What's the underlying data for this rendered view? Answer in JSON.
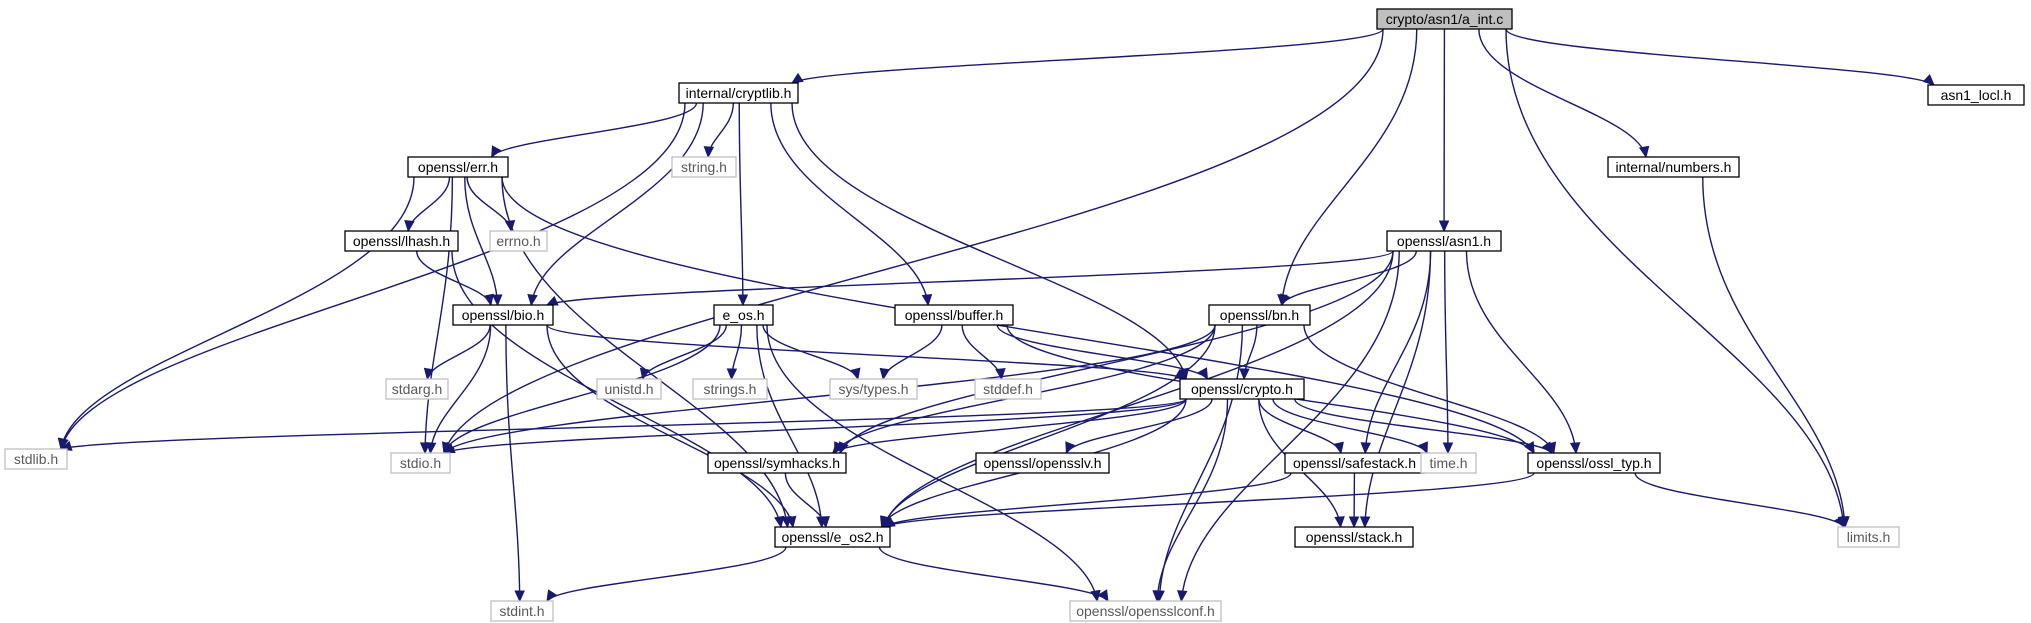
{
  "graph": {
    "type": "include-dependency-graph",
    "nodes": [
      {
        "id": "a_int",
        "label": "crypto/asn1/a_int.c",
        "style": "root"
      },
      {
        "id": "cryptlib",
        "label": "internal/cryptlib.h",
        "style": "documented"
      },
      {
        "id": "asn1_locl",
        "label": "asn1_locl.h",
        "style": "documented"
      },
      {
        "id": "stdlib",
        "label": "stdlib.h",
        "style": "external"
      },
      {
        "id": "err",
        "label": "openssl/err.h",
        "style": "documented"
      },
      {
        "id": "string",
        "label": "string.h",
        "style": "external"
      },
      {
        "id": "numbers",
        "label": "internal/numbers.h",
        "style": "documented"
      },
      {
        "id": "lhash",
        "label": "openssl/lhash.h",
        "style": "documented"
      },
      {
        "id": "errno",
        "label": "errno.h",
        "style": "external"
      },
      {
        "id": "asn1",
        "label": "openssl/asn1.h",
        "style": "documented"
      },
      {
        "id": "bio",
        "label": "openssl/bio.h",
        "style": "documented"
      },
      {
        "id": "e_os",
        "label": "e_os.h",
        "style": "documented"
      },
      {
        "id": "buffer",
        "label": "openssl/buffer.h",
        "style": "documented"
      },
      {
        "id": "bn",
        "label": "openssl/bn.h",
        "style": "documented"
      },
      {
        "id": "stdarg",
        "label": "stdarg.h",
        "style": "external"
      },
      {
        "id": "unistd",
        "label": "unistd.h",
        "style": "external"
      },
      {
        "id": "strings",
        "label": "strings.h",
        "style": "external"
      },
      {
        "id": "systypes",
        "label": "sys/types.h",
        "style": "external"
      },
      {
        "id": "stddef",
        "label": "stddef.h",
        "style": "external"
      },
      {
        "id": "crypto",
        "label": "openssl/crypto.h",
        "style": "documented"
      },
      {
        "id": "stdio",
        "label": "stdio.h",
        "style": "external"
      },
      {
        "id": "symhacks",
        "label": "openssl/symhacks.h",
        "style": "documented"
      },
      {
        "id": "opensslv",
        "label": "openssl/opensslv.h",
        "style": "documented"
      },
      {
        "id": "safestack",
        "label": "openssl/safestack.h",
        "style": "documented"
      },
      {
        "id": "time",
        "label": "time.h",
        "style": "external"
      },
      {
        "id": "ossl_typ",
        "label": "openssl/ossl_typ.h",
        "style": "documented"
      },
      {
        "id": "e_os2",
        "label": "openssl/e_os2.h",
        "style": "documented"
      },
      {
        "id": "stack",
        "label": "openssl/stack.h",
        "style": "documented"
      },
      {
        "id": "limits",
        "label": "limits.h",
        "style": "external"
      },
      {
        "id": "stdint",
        "label": "stdint.h",
        "style": "external"
      },
      {
        "id": "opensslconf",
        "label": "openssl/opensslconf.h",
        "style": "external"
      }
    ],
    "edges": [
      [
        "a_int",
        "cryptlib"
      ],
      [
        "a_int",
        "asn1_locl"
      ],
      [
        "a_int",
        "numbers"
      ],
      [
        "a_int",
        "asn1"
      ],
      [
        "a_int",
        "bn"
      ],
      [
        "a_int",
        "stdio"
      ],
      [
        "a_int",
        "limits"
      ],
      [
        "cryptlib",
        "stdlib"
      ],
      [
        "cryptlib",
        "string"
      ],
      [
        "cryptlib",
        "err"
      ],
      [
        "cryptlib",
        "e_os"
      ],
      [
        "cryptlib",
        "buffer"
      ],
      [
        "cryptlib",
        "bio"
      ],
      [
        "cryptlib",
        "crypto"
      ],
      [
        "err",
        "stdlib"
      ],
      [
        "err",
        "lhash"
      ],
      [
        "err",
        "errno"
      ],
      [
        "err",
        "bio"
      ],
      [
        "err",
        "stdio"
      ],
      [
        "err",
        "e_os2"
      ],
      [
        "err",
        "ossl_typ"
      ],
      [
        "lhash",
        "bio"
      ],
      [
        "lhash",
        "e_os2"
      ],
      [
        "numbers",
        "limits"
      ],
      [
        "asn1",
        "bio"
      ],
      [
        "asn1",
        "bn"
      ],
      [
        "asn1",
        "time"
      ],
      [
        "asn1",
        "safestack"
      ],
      [
        "asn1",
        "ossl_typ"
      ],
      [
        "asn1",
        "e_os2"
      ],
      [
        "asn1",
        "symhacks"
      ],
      [
        "asn1",
        "stack"
      ],
      [
        "asn1",
        "opensslconf"
      ],
      [
        "bio",
        "stdarg"
      ],
      [
        "bio",
        "stdio"
      ],
      [
        "bio",
        "crypto"
      ],
      [
        "bio",
        "e_os2"
      ],
      [
        "bio",
        "stdint"
      ],
      [
        "e_os",
        "unistd"
      ],
      [
        "e_os",
        "strings"
      ],
      [
        "e_os",
        "systypes"
      ],
      [
        "e_os",
        "stdio"
      ],
      [
        "e_os",
        "e_os2"
      ],
      [
        "e_os",
        "opensslconf"
      ],
      [
        "buffer",
        "systypes"
      ],
      [
        "buffer",
        "stddef"
      ],
      [
        "buffer",
        "crypto"
      ],
      [
        "buffer",
        "ossl_typ"
      ],
      [
        "bn",
        "crypto"
      ],
      [
        "bn",
        "ossl_typ"
      ],
      [
        "bn",
        "stdio"
      ],
      [
        "bn",
        "symhacks"
      ],
      [
        "bn",
        "e_os2"
      ],
      [
        "bn",
        "opensslconf"
      ],
      [
        "crypto",
        "stdlib"
      ],
      [
        "crypto",
        "stdio"
      ],
      [
        "crypto",
        "symhacks"
      ],
      [
        "crypto",
        "opensslv"
      ],
      [
        "crypto",
        "safestack"
      ],
      [
        "crypto",
        "time"
      ],
      [
        "crypto",
        "ossl_typ"
      ],
      [
        "crypto",
        "e_os2"
      ],
      [
        "crypto",
        "stack"
      ],
      [
        "crypto",
        "opensslconf"
      ],
      [
        "symhacks",
        "e_os2"
      ],
      [
        "safestack",
        "stack"
      ],
      [
        "safestack",
        "e_os2"
      ],
      [
        "ossl_typ",
        "e_os2"
      ],
      [
        "ossl_typ",
        "limits"
      ],
      [
        "e_os2",
        "stdint"
      ],
      [
        "e_os2",
        "opensslconf"
      ]
    ]
  },
  "colors": {
    "edge": "#191970",
    "root_fill": "#bfbfbf",
    "node_border": "#000000",
    "external_border": "#bfbfbf",
    "external_text": "#595959"
  }
}
